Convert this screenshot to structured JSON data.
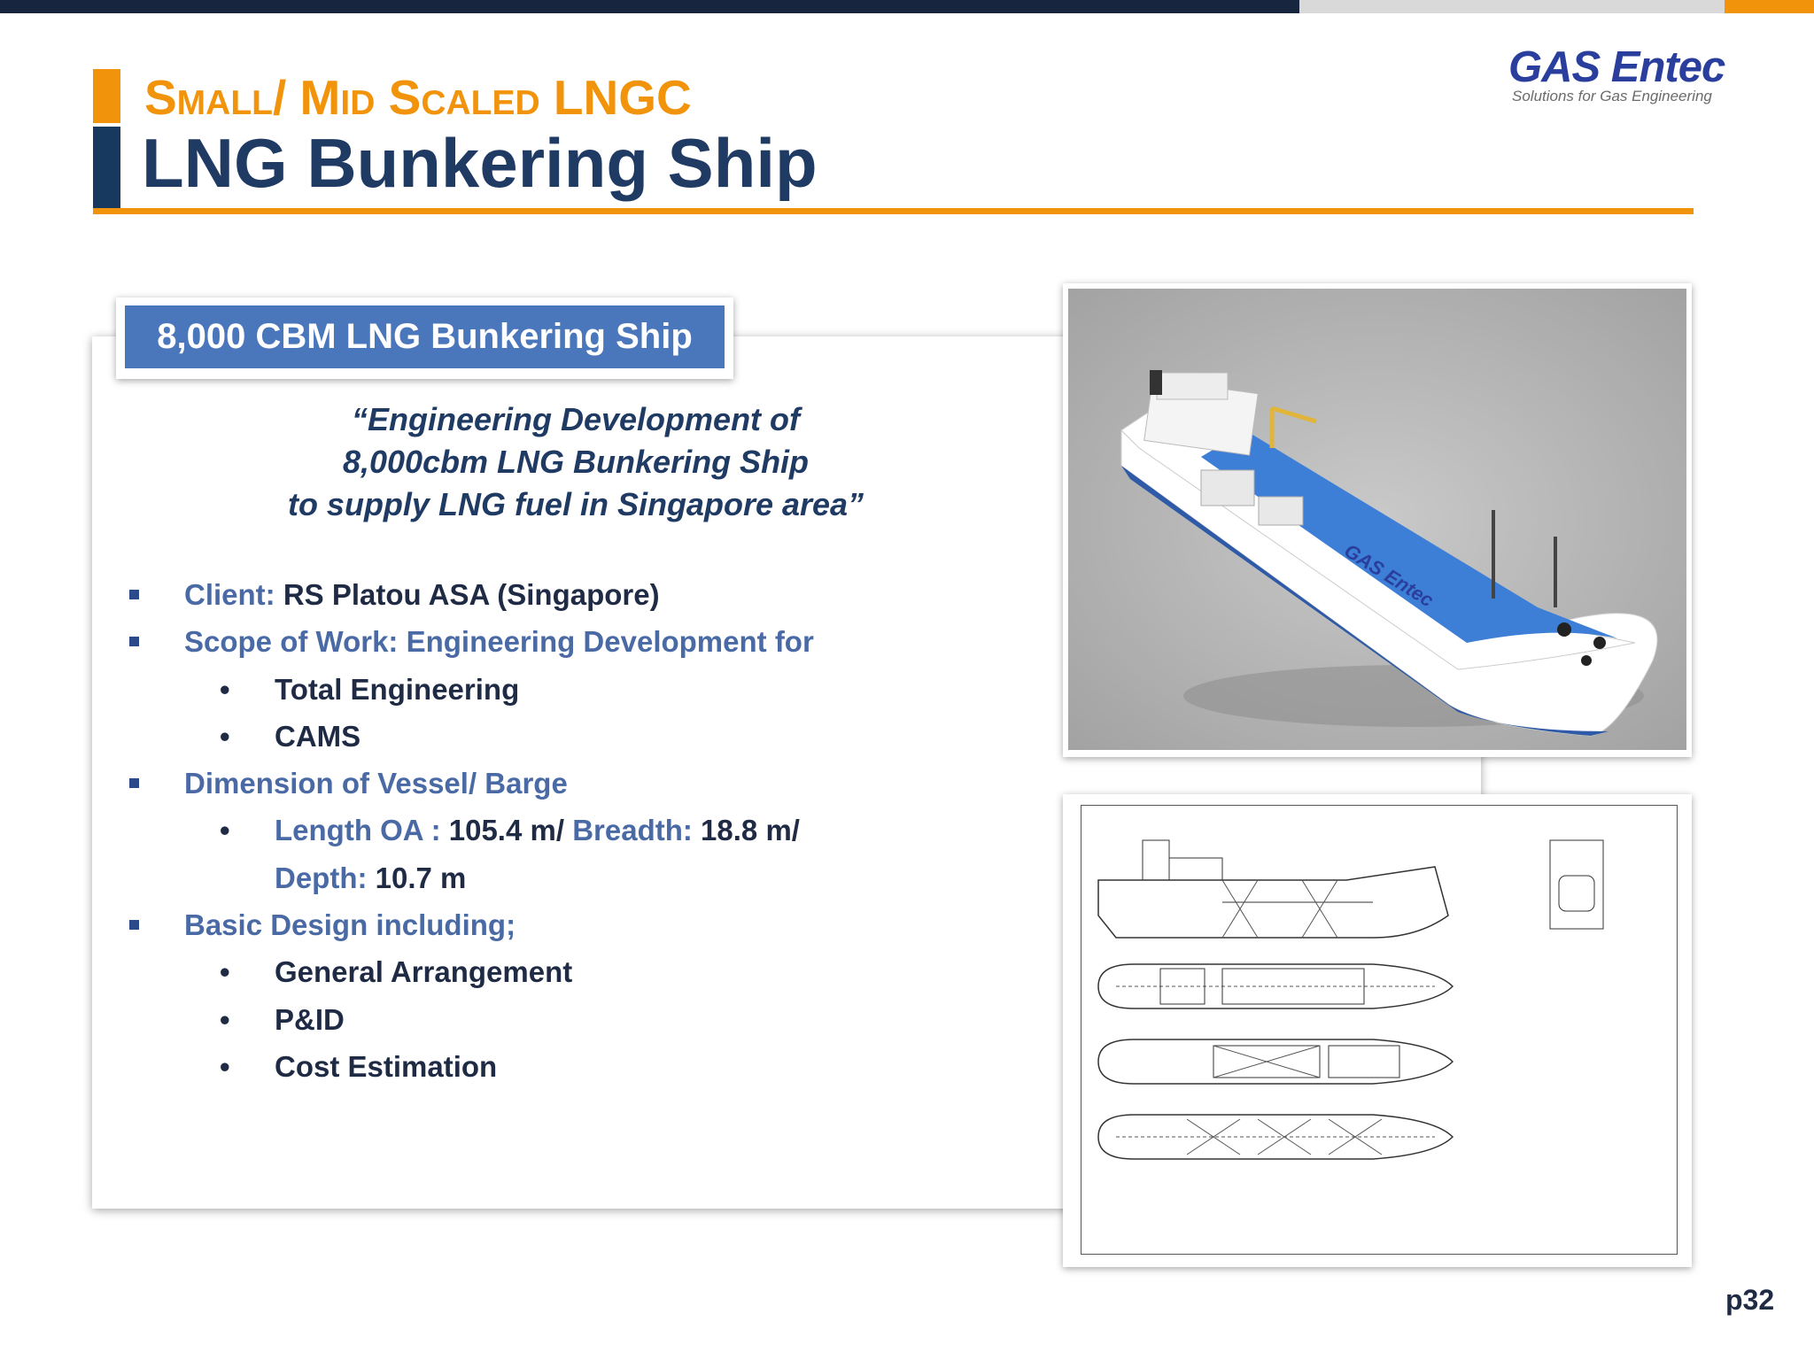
{
  "header": {
    "subtitle": "Small/ Mid Scaled LNGC",
    "title": "LNG Bunkering Ship"
  },
  "logo": {
    "name": "GAS Entec",
    "tagline": "Solutions for Gas Engineering"
  },
  "card": {
    "heading": "8,000 CBM LNG Bunkering Ship",
    "quote_lines": [
      "“Engineering Development of",
      "8,000cbm LNG Bunkering Ship",
      "to supply LNG fuel in Singapore area”"
    ],
    "client_label": "Client:",
    "client_value": "RS Platou ASA (Singapore)",
    "scope_label": "Scope of Work: Engineering Development for",
    "scope_items": [
      "Total Engineering",
      "CAMS"
    ],
    "dimension_label": "Dimension of Vessel/ Barge",
    "length_label": "Length OA :",
    "length_value": "105.4 m/",
    "breadth_label": "Breadth:",
    "breadth_value": "18.8 m/",
    "depth_label": "Depth:",
    "depth_value": "10.7 m",
    "basic_label": "Basic Design including;",
    "basic_items": [
      "General Arrangement",
      "P&ID",
      "Cost Estimation"
    ]
  },
  "ship_render": {
    "hull_text": "GAS Entec"
  },
  "page_number": "p32",
  "colors": {
    "orange": "#f2930c",
    "navy": "#17395f",
    "heading_blue": "#4a77bb",
    "text_blue": "#4a6aa5"
  }
}
